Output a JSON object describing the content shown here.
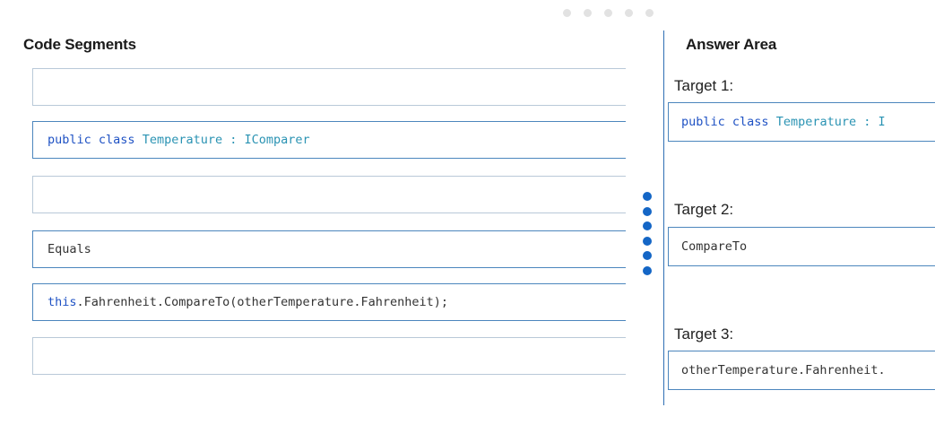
{
  "headings": {
    "left": "Code Segments",
    "right": "Answer Area"
  },
  "segments": [
    {
      "text": ""
    },
    {
      "parts": [
        "public class",
        "Temperature",
        ": IComparer"
      ]
    },
    {
      "text": ""
    },
    {
      "text": "Equals"
    },
    {
      "parts": [
        "this",
        ".Fahrenheit.CompareTo(otherTemperature.Fahrenheit);"
      ]
    },
    {
      "text": ""
    }
  ],
  "targets": [
    {
      "label": "Target 1:",
      "parts": [
        "public class",
        "Temperature",
        ": I"
      ]
    },
    {
      "label": "Target 2:",
      "text": "CompareTo"
    },
    {
      "label": "Target 3:",
      "text": "otherTemperature.Fahrenheit."
    }
  ],
  "colors": {
    "keyword": "#1f52c4",
    "type": "#2a93b3",
    "accent": "#1466c6"
  }
}
